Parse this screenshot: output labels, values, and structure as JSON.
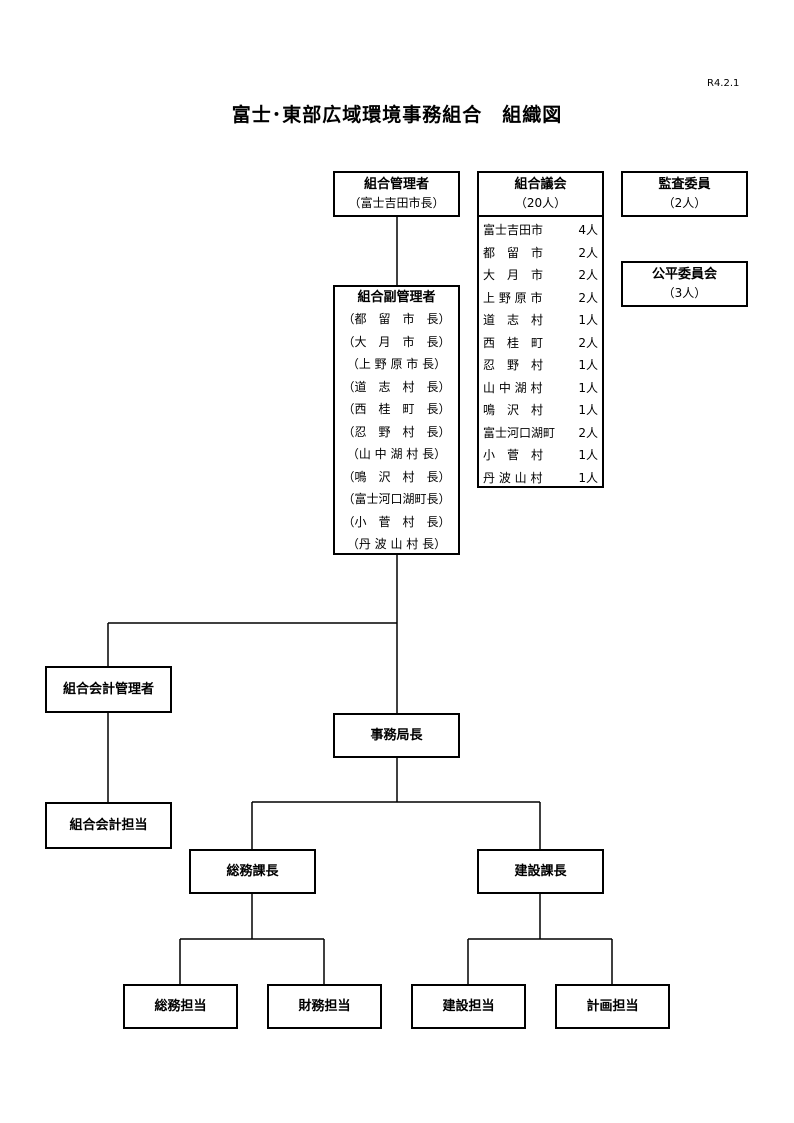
{
  "revision": "R4.2.1",
  "title": "富士･東部広域環境事務組合　組織図",
  "manager": {
    "label": "組合管理者",
    "sub": "（富士吉田市長）"
  },
  "assembly": {
    "label": "組合議会",
    "sub": "（20人）",
    "members": [
      {
        "name": "富士吉田市",
        "count": "4人"
      },
      {
        "name": "都　留　市",
        "count": "2人"
      },
      {
        "name": "大　月　市",
        "count": "2人"
      },
      {
        "name": "上 野 原 市",
        "count": "2人"
      },
      {
        "name": "道　志　村",
        "count": "1人"
      },
      {
        "name": "西　桂　町",
        "count": "2人"
      },
      {
        "name": "忍　野　村",
        "count": "1人"
      },
      {
        "name": "山 中 湖 村",
        "count": "1人"
      },
      {
        "name": "鳴　沢　村",
        "count": "1人"
      },
      {
        "name": "富士河口湖町",
        "count": "2人"
      },
      {
        "name": "小　菅　村",
        "count": "1人"
      },
      {
        "name": "丹 波 山 村",
        "count": "1人"
      }
    ]
  },
  "auditor": {
    "label": "監査委員",
    "sub": "（2人）"
  },
  "fairness": {
    "label": "公平委員会",
    "sub": "（3人）"
  },
  "deputy": {
    "label": "組合副管理者",
    "members": [
      "（都　留　市　長）",
      "（大　月　市　長）",
      "（上 野 原 市 長）",
      "（道　志　村　長）",
      "（西　桂　町　長）",
      "（忍　野　村　長）",
      "（山 中 湖 村 長）",
      "（鳴　沢　村　長）",
      "（富士河口湖町長）",
      "（小　菅　村　長）",
      "（丹 波 山 村 長）"
    ]
  },
  "accounting_manager": "組合会計管理者",
  "accounting_staff": "組合会計担当",
  "secretary_general": "事務局長",
  "general_affairs_chief": "総務課長",
  "construction_chief": "建設課長",
  "general_affairs_staff": "総務担当",
  "finance_staff": "財務担当",
  "construction_staff": "建設担当",
  "planning_staff": "計画担当"
}
